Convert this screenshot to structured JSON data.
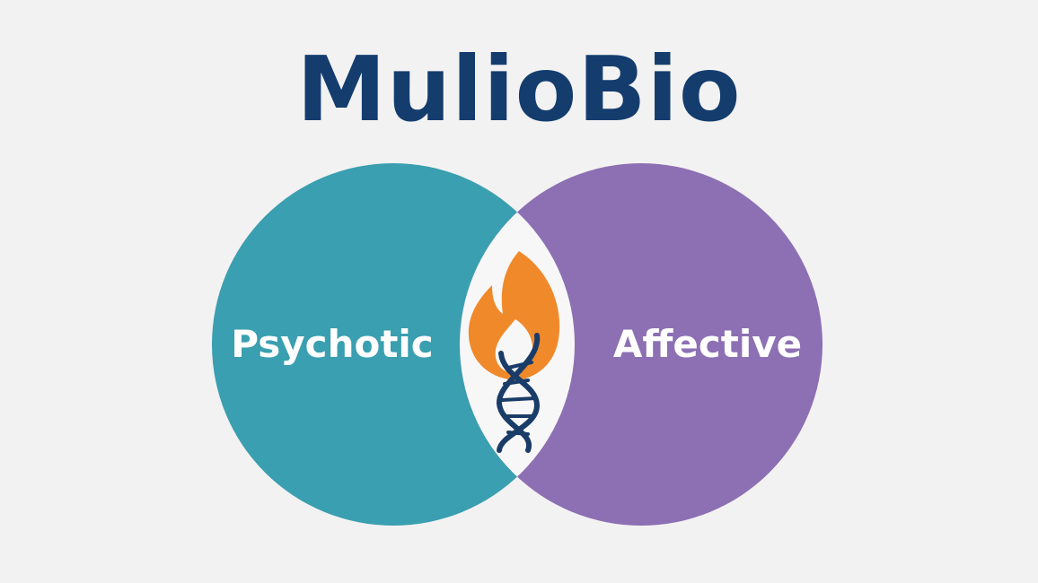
{
  "logo": {
    "title": "MulioBio"
  },
  "venn": {
    "left": {
      "label": "Psychotic"
    },
    "right": {
      "label": "Affective"
    },
    "center": {
      "icons": [
        "flame-icon",
        "dna-helix-icon"
      ]
    }
  },
  "colors": {
    "background": "#f3f2f2",
    "title": "#143d6e",
    "left_circle": "#3a9fb0",
    "right_circle": "#8c70b3",
    "intersection": "#f8f7f7",
    "flame": "#f0892a",
    "dna": "#1a3c68",
    "label_text": "#ffffff"
  }
}
